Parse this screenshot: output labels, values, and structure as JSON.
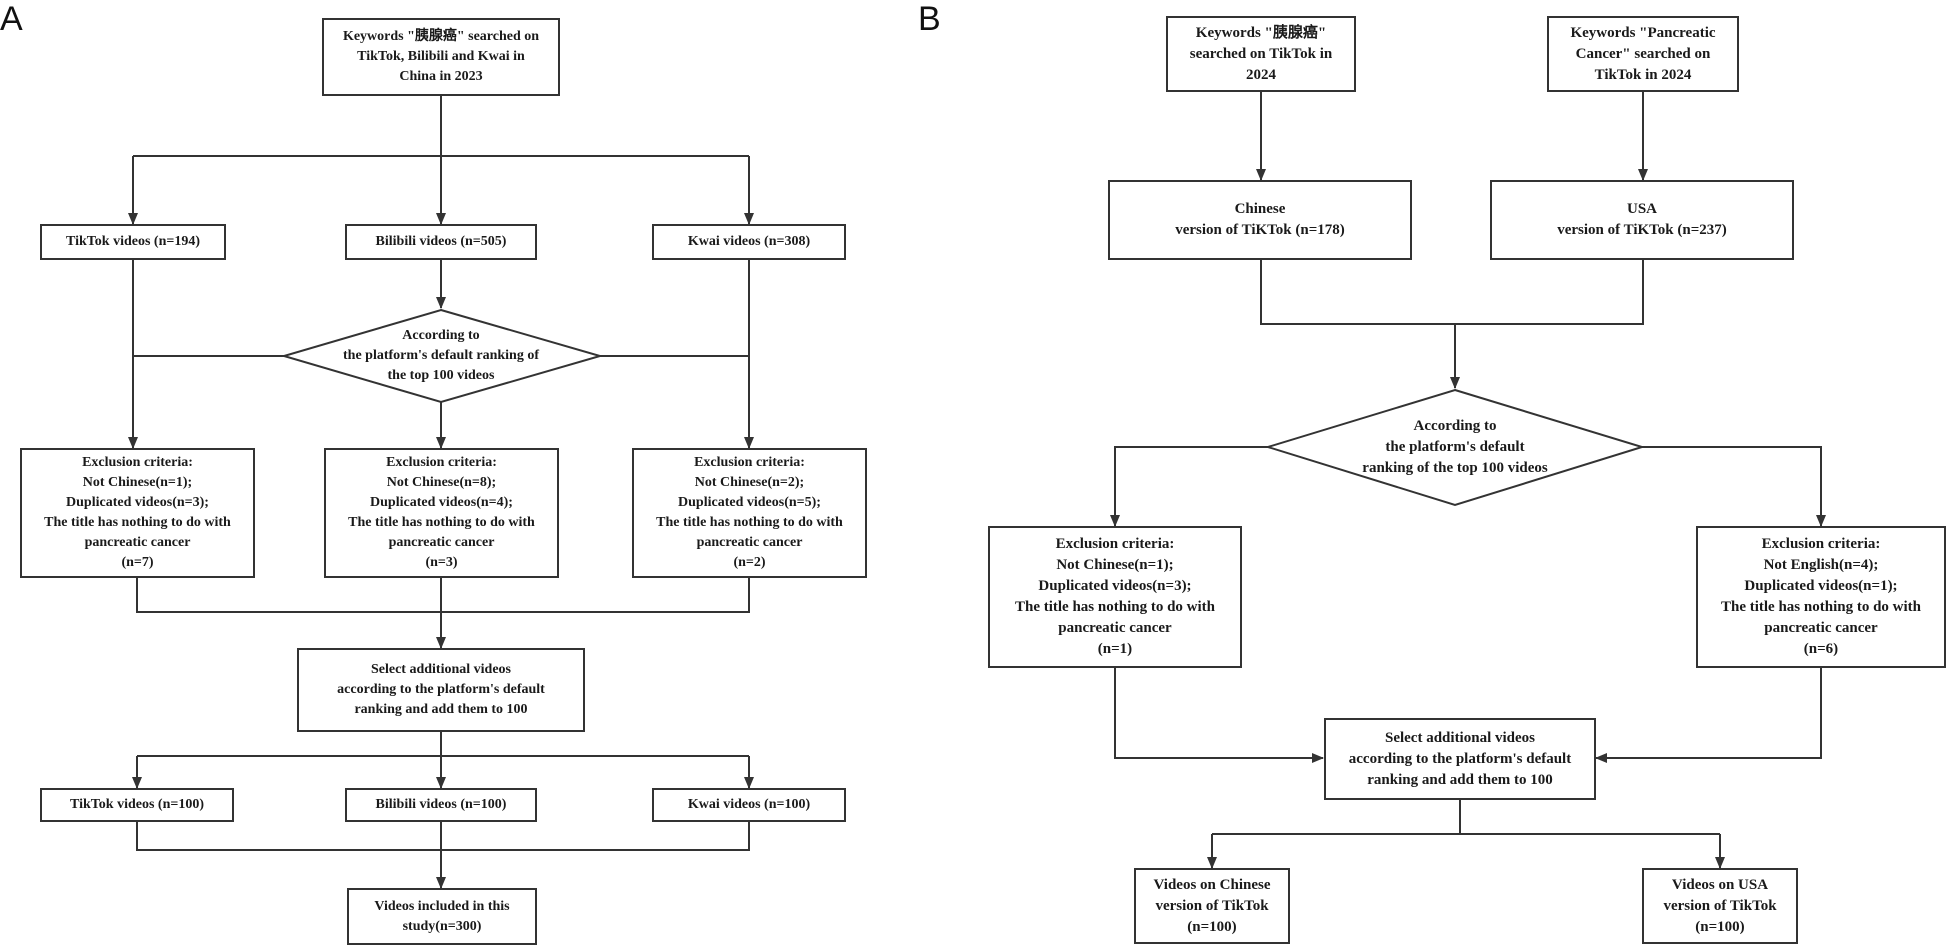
{
  "panels": {
    "a": {
      "label": "A",
      "start": [
        "Keywords \"胰腺癌\" searched on",
        "TikTok, Bilibili and Kwai in",
        "China in 2023"
      ],
      "platforms": [
        [
          "TikTok videos (n=194)"
        ],
        [
          "Bilibili videos (n=505)"
        ],
        [
          "Kwai videos (n=308)"
        ]
      ],
      "decision": [
        "According to",
        "the platform's default ranking of",
        "the top 100 videos"
      ],
      "exclusions": [
        [
          "Exclusion criteria:",
          "Not Chinese(n=1);",
          "Duplicated videos(n=3);",
          "The title has nothing to do with",
          "pancreatic cancer",
          "(n=7)"
        ],
        [
          "Exclusion criteria:",
          "Not Chinese(n=8);",
          "Duplicated videos(n=4);",
          "The title has nothing to do with",
          "pancreatic cancer",
          "(n=3)"
        ],
        [
          "Exclusion criteria:",
          "Not Chinese(n=2);",
          "Duplicated videos(n=5);",
          "The title has nothing to do with",
          "pancreatic cancer",
          "(n=2)"
        ]
      ],
      "select": [
        "Select additional videos",
        "according to the platform's default",
        "ranking and add them to 100"
      ],
      "finals": [
        [
          "TikTok videos (n=100)"
        ],
        [
          "Bilibili videos (n=100)"
        ],
        [
          "Kwai videos (n=100)"
        ]
      ],
      "included": [
        "Videos included in this",
        "study(n=300)"
      ]
    },
    "b": {
      "label": "B",
      "keywords": [
        [
          "Keywords \"胰腺癌\"",
          "searched on TikTok in",
          "2024"
        ],
        [
          "Keywords \"Pancreatic",
          "Cancer\" searched on",
          "TikTok in 2024"
        ]
      ],
      "versions": [
        [
          "Chinese",
          "version of TiKTok (n=178)"
        ],
        [
          "USA",
          "version of TiKTok (n=237)"
        ]
      ],
      "decision": [
        "According to",
        "the platform's default",
        "ranking of the top 100 videos"
      ],
      "exclusions": [
        [
          "Exclusion criteria:",
          "Not Chinese(n=1);",
          "Duplicated videos(n=3);",
          "The title has nothing to do with",
          "pancreatic cancer",
          "(n=1)"
        ],
        [
          "Exclusion criteria:",
          "Not English(n=4);",
          "Duplicated videos(n=1);",
          "The title has nothing to do with",
          "pancreatic cancer",
          "(n=6)"
        ]
      ],
      "select": [
        "Select additional videos",
        "according to the platform's default",
        "ranking and add them to 100"
      ],
      "finals": [
        [
          "Videos on Chinese",
          "version of TikTok",
          "(n=100)"
        ],
        [
          "Videos on USA",
          "version of TikTok",
          "(n=100)"
        ]
      ]
    }
  },
  "colors": {
    "stroke": "#333333",
    "text": "#1a1a1a",
    "background": "#ffffff"
  }
}
